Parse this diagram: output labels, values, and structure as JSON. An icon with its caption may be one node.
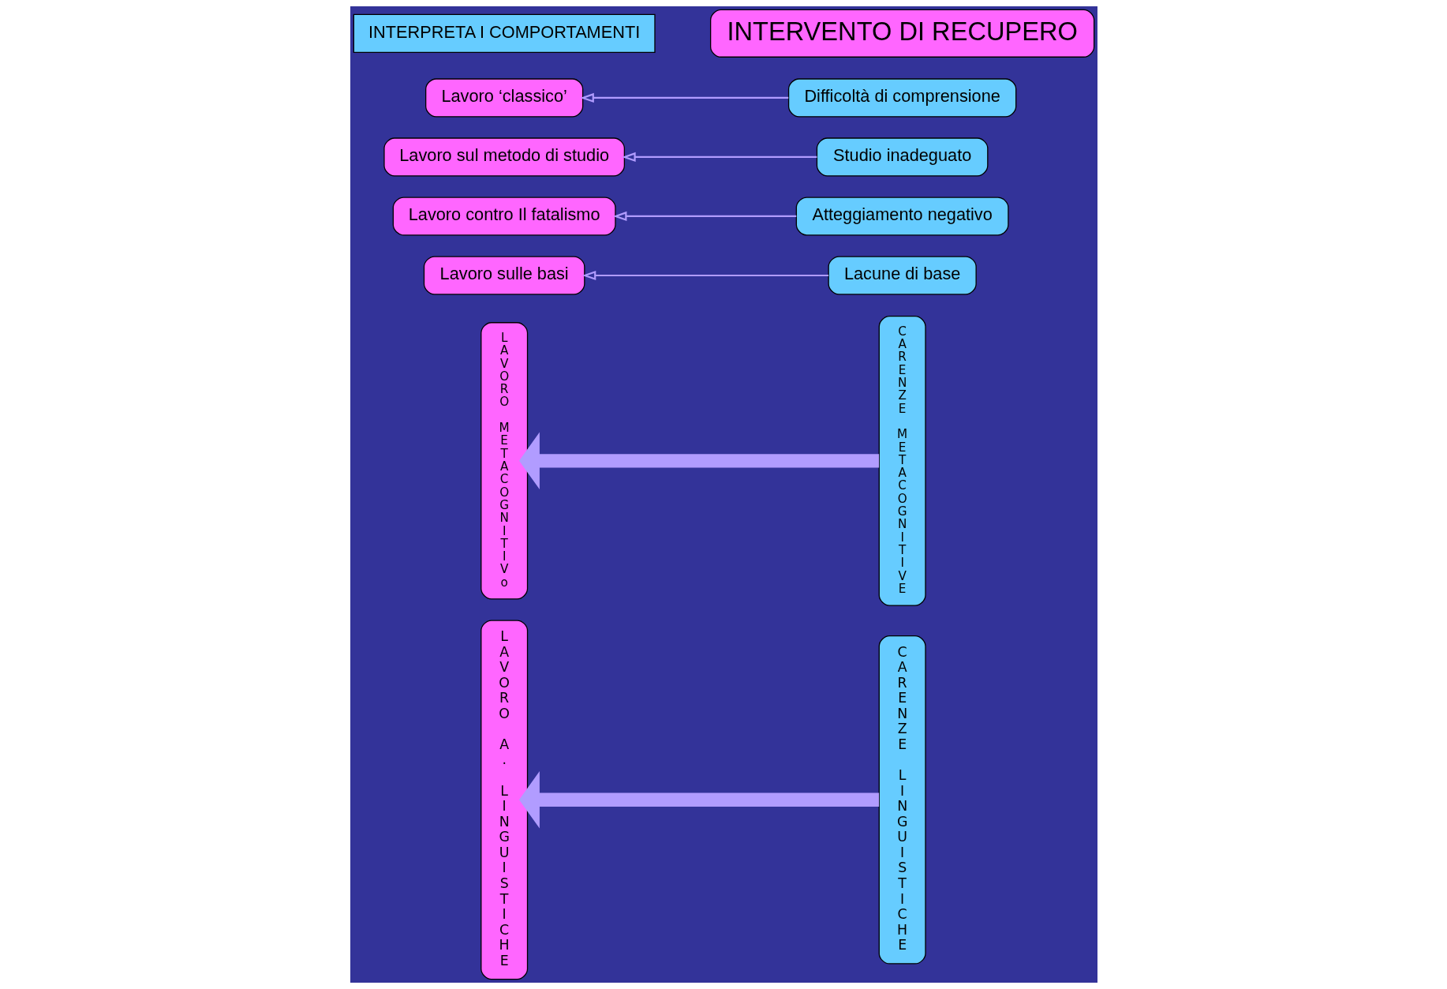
{
  "diagram": {
    "nodes": [
      {
        "text": [
          "LAVORO A. LINGUISTICHE"
        ]
      },
      {
        "text": [
          "LAVORO METACOGNITIVo"
        ]
      },
      {
        "text": [
          "Lavoro sulle basi"
        ]
      },
      {
        "text": [
          "Lavoro contro Il fatalismo"
        ]
      },
      {
        "text": [
          "Lavoro sul metodo di studio"
        ]
      },
      {
        "text": [
          "Lavoro ‘classico’"
        ]
      },
      {
        "text": [
          "Lacune di base"
        ]
      },
      {
        "text": [
          "Atteggiamento negativo"
        ]
      },
      {
        "text": [
          "Studio inadeguato"
        ]
      },
      {
        "text": [
          "Difficoltà di comprensione"
        ]
      },
      {
        "text": [
          "CARENZE METACOGNITIVE"
        ]
      },
      {
        "text": [
          "CARENZE LINGUISTICHE"
        ]
      },
      {
        "text": [
          "INTERVENTO DI RECUPERO"
        ]
      },
      {
        "text": [
          "INTERPRETA I COMPORTAMENTI"
        ]
      }
    ],
    "edges": [
      {
        "from": 6,
        "to": 2,
        "arrow": "to"
      },
      {
        "from": 7,
        "to": 3,
        "arrow": "to"
      },
      {
        "from": 8,
        "to": 4,
        "arrow": "to"
      },
      {
        "from": 9,
        "to": 5,
        "arrow": "to"
      },
      {
        "from": 10,
        "to": 1,
        "arrow": "to",
        "style": "thick"
      },
      {
        "from": 11,
        "to": 0,
        "arrow": "to",
        "style": "thick"
      }
    ]
  }
}
